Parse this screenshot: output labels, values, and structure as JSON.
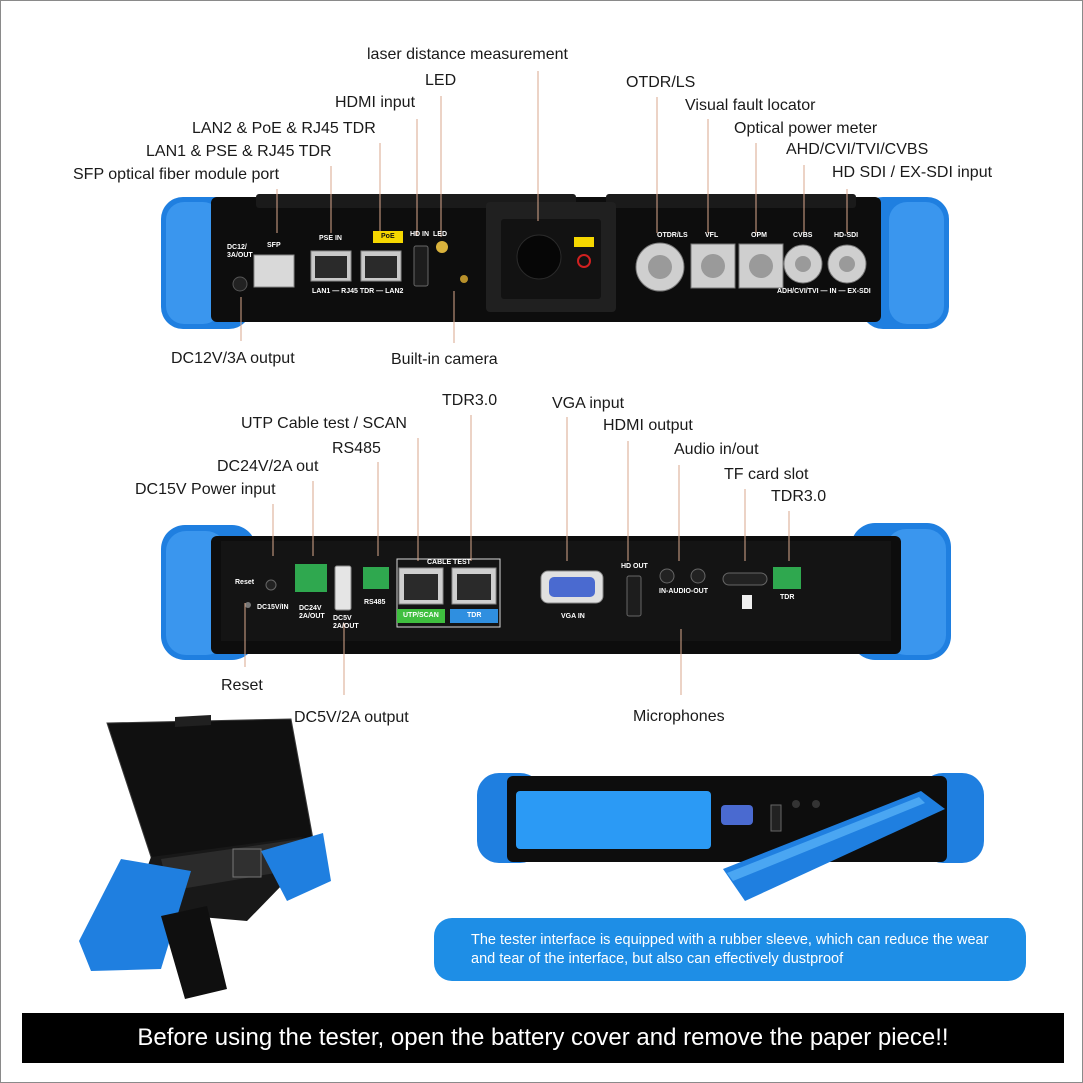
{
  "top_callouts": {
    "laser": "laser distance measurement",
    "led": "LED",
    "hdmi_input": "HDMI input",
    "lan2": "LAN2 & PoE & RJ45 TDR",
    "lan1": "LAN1 & PSE & RJ45 TDR",
    "sfp": "SFP optical fiber module port",
    "dc12": "DC12V/3A output",
    "camera": "Built-in camera",
    "otdr": "OTDR/LS",
    "vfl": "Visual fault locator",
    "opm": "Optical power meter",
    "ahd": "AHD/CVI/TVI/CVBS",
    "hdsdi": "HD SDI / EX-SDI input"
  },
  "top_device_labels": {
    "dc12": "DC12/\n3A/OUT",
    "sfp": "SFP",
    "pse_in": "PSE IN",
    "poe": "PoE",
    "hd_in": "HD IN",
    "led": "LED",
    "lan_row": "LAN1 — RJ45 TDR — LAN2",
    "otdr_ls": "OTDR/LS",
    "vfl": "VFL",
    "opm": "OPM",
    "cvbs": "CVBS",
    "hd_sdi": "HD-SDI",
    "adh_row": "ADH/CVI/TVI — IN — EX-SDI"
  },
  "bottom_callouts": {
    "tdr_left": "TDR3.0",
    "utp": "UTP Cable test / SCAN",
    "rs485": "RS485",
    "dc24": "DC24V/2A out",
    "dc15": "DC15V Power input",
    "vga": "VGA input",
    "hdmi_out": "HDMI output",
    "audio": "Audio in/out",
    "tf": "TF card slot",
    "tdr_right": "TDR3.0",
    "reset": "Reset",
    "dc5": "DC5V/2A output",
    "mic": "Microphones"
  },
  "bottom_device_labels": {
    "reset": "Reset",
    "dc15": "DC15V/IN",
    "dc24": "DC24V\n2A/OUT",
    "dc5": "DC5V\n2A/OUT",
    "rs485": "RS485",
    "cable_test": "CABLE TEST",
    "utp_scan": "UTP/SCAN",
    "tdr": "TDR",
    "vga_in": "VGA IN",
    "hd_out": "HD OUT",
    "audio": "IN-AUDIO-OUT",
    "tdr_right": "TDR"
  },
  "info_text": "The tester interface is equipped with a rubber sleeve, which can reduce the wear and tear of the interface, but also can effectively dustproof",
  "banner_text": "Before using the tester, open the battery cover and remove the paper piece!!",
  "colors": {
    "sleeve_blue": "#1f7fe0",
    "body_black": "#0b0b0b",
    "info_blue": "#1e8ee6",
    "utp_green": "#3fbf3f",
    "tdr_blue": "#2f8fe0",
    "poe_yellow": "#f5d700"
  }
}
